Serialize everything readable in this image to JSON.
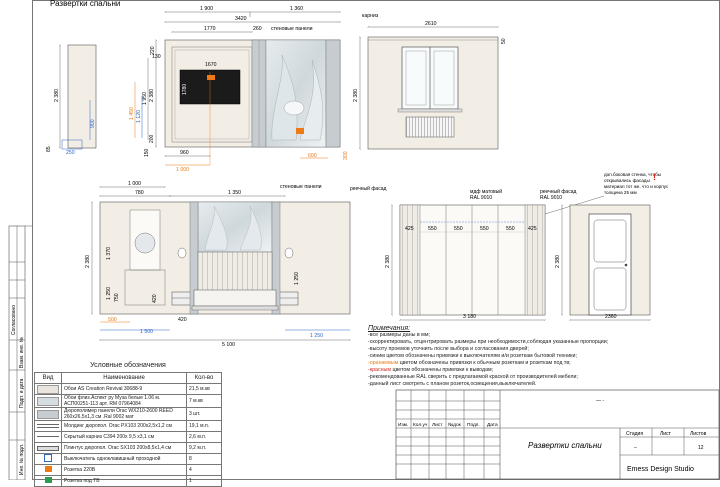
{
  "sheet": {
    "title": "Развертки спальни",
    "studio": "Emess Design Studio",
    "sheet_total": "12",
    "stage": "–",
    "dash_mark": "—  -"
  },
  "side_labels": {
    "l1": "Согласовано",
    "l2": "Взам. инв. №",
    "l3": "Подп. и дата",
    "l4": "Инв. № подл."
  },
  "dims": {
    "d1900": "1 900",
    "d1360": "1 360",
    "d3420": "3420",
    "d1770": "1770",
    "d260a": "260",
    "panels_top": "стеновые панели",
    "d220": "220",
    "d130": "130",
    "d1670": "1670",
    "d1780": "1780",
    "d2380a": "2 380",
    "d1950": "1 950",
    "d1450": "1 450",
    "d1120": "1 120",
    "d200": "200",
    "d150": "150",
    "d960": "960",
    "d1000a": "1 000",
    "d600": "600",
    "d300": "300",
    "d2380b": "2 380",
    "d900": "900",
    "d85": "85",
    "d250": "250",
    "cornice": "карниз",
    "d2610": "2610",
    "d50": "50",
    "d2380c": "2 380",
    "d1000b": "1 000",
    "d780": "780",
    "d1350": "1 350",
    "panels_mid": "стеновые панели",
    "d1370": "1 370",
    "d1250a": "1 250",
    "d750": "750",
    "d420a": "420",
    "d1250b": "1 250",
    "d500": "500",
    "d420b": "420",
    "d1500": "1 500",
    "d1250c": "1 250",
    "d5100": "5 100",
    "d2380d": "2 380",
    "facade1": "реечный фасад",
    "mdf": "мдф матовый",
    "ral1": "RAL 9010",
    "facade2": "реечный фасад",
    "ral2": "RAL 9010",
    "d425a": "425",
    "d550a": "550",
    "d550b": "550",
    "d550c": "550",
    "d550d": "550",
    "d425b": "425",
    "d3180": "3 180",
    "d2380e": "2 380",
    "d2360": "2360",
    "d2380f": "2 380",
    "side_note1": "доп.боковая стенка, чтобы",
    "side_note2": "открывались фасады",
    "side_note3": "материал тот же, что и корпус",
    "side_note4": "толщина 25 мм",
    "excl": "!"
  },
  "legend": {
    "caption": "Условные обозначения",
    "col_view": "Вид",
    "col_name": "Наименование",
    "col_qty": "Кол-во",
    "rows": [
      {
        "name": "Обои AS Creation Revival 30688-9",
        "qty": "21,5 м.кв"
      },
      {
        "name": "Обои флиз.Аспект ру Муза белые 1.06 м. АСП00251-113 арт. RM 07964084",
        "qty": "7 м.кв"
      },
      {
        "name": "Дюрополимер панели Orac WX210-2600 REED 260х26,5х1,3 см .Ral 9002 мат",
        "qty": "3 шт."
      },
      {
        "name": "Молдинг дюропол. Orac PX103 200х2,5х1,2 см",
        "qty": "19,1 м.п."
      },
      {
        "name": "Скрытый карниз С394  200х 9,5 х3,1 см",
        "qty": "2,6 м.п."
      },
      {
        "name": "Плинтус дюропол. Orac SX103 200х8,5х1,4 см",
        "qty": "9,2 м.п."
      },
      {
        "name": "Выключатель одноклавишный проходной",
        "qty": "8"
      },
      {
        "name": "Розетка 220В",
        "qty": "4"
      },
      {
        "name": "Розетка под ТВ",
        "qty": "1"
      }
    ]
  },
  "notes": {
    "title": "Примечания:",
    "n1": "-все размеры даны в мм;",
    "n2": "-скорректировать, отцентрировать размеры при необходимости,соблюдая указанные пропорции;",
    "n3": "-высоту проемов уточнить после выбора и согласования дверей;",
    "n4": "-синим цветом обозначены привязки к выключателям и/и розеткам бытовой техники;",
    "n5a": "-оранжевым",
    "n5b": " цветом обозначены привязки к обычным розеткам и розеткам под тв;",
    "n6a": "-красным",
    "n6b": " цветом обозначены привязки к выводам;",
    "n7": "-рекомендованные RAL сверить с предлагаемой краской от производителей мебели;",
    "n8": "-данный лист смотреть с планом розеток,освещения,выключателей."
  },
  "stamp": {
    "izm": "Изм.",
    "kol": "Кол.уч",
    "list": "Лист",
    "ndok": "№док",
    "podp": "Подп.",
    "data": "Дата",
    "stadiya": "Стадия",
    "list2": "Лист",
    "listov": "Листов"
  },
  "colors": {
    "blue": "#2a67c9",
    "orange": "#ee7a16",
    "red": "#d8261c",
    "wall": "#efe9df",
    "panel": "#c9ced3"
  }
}
